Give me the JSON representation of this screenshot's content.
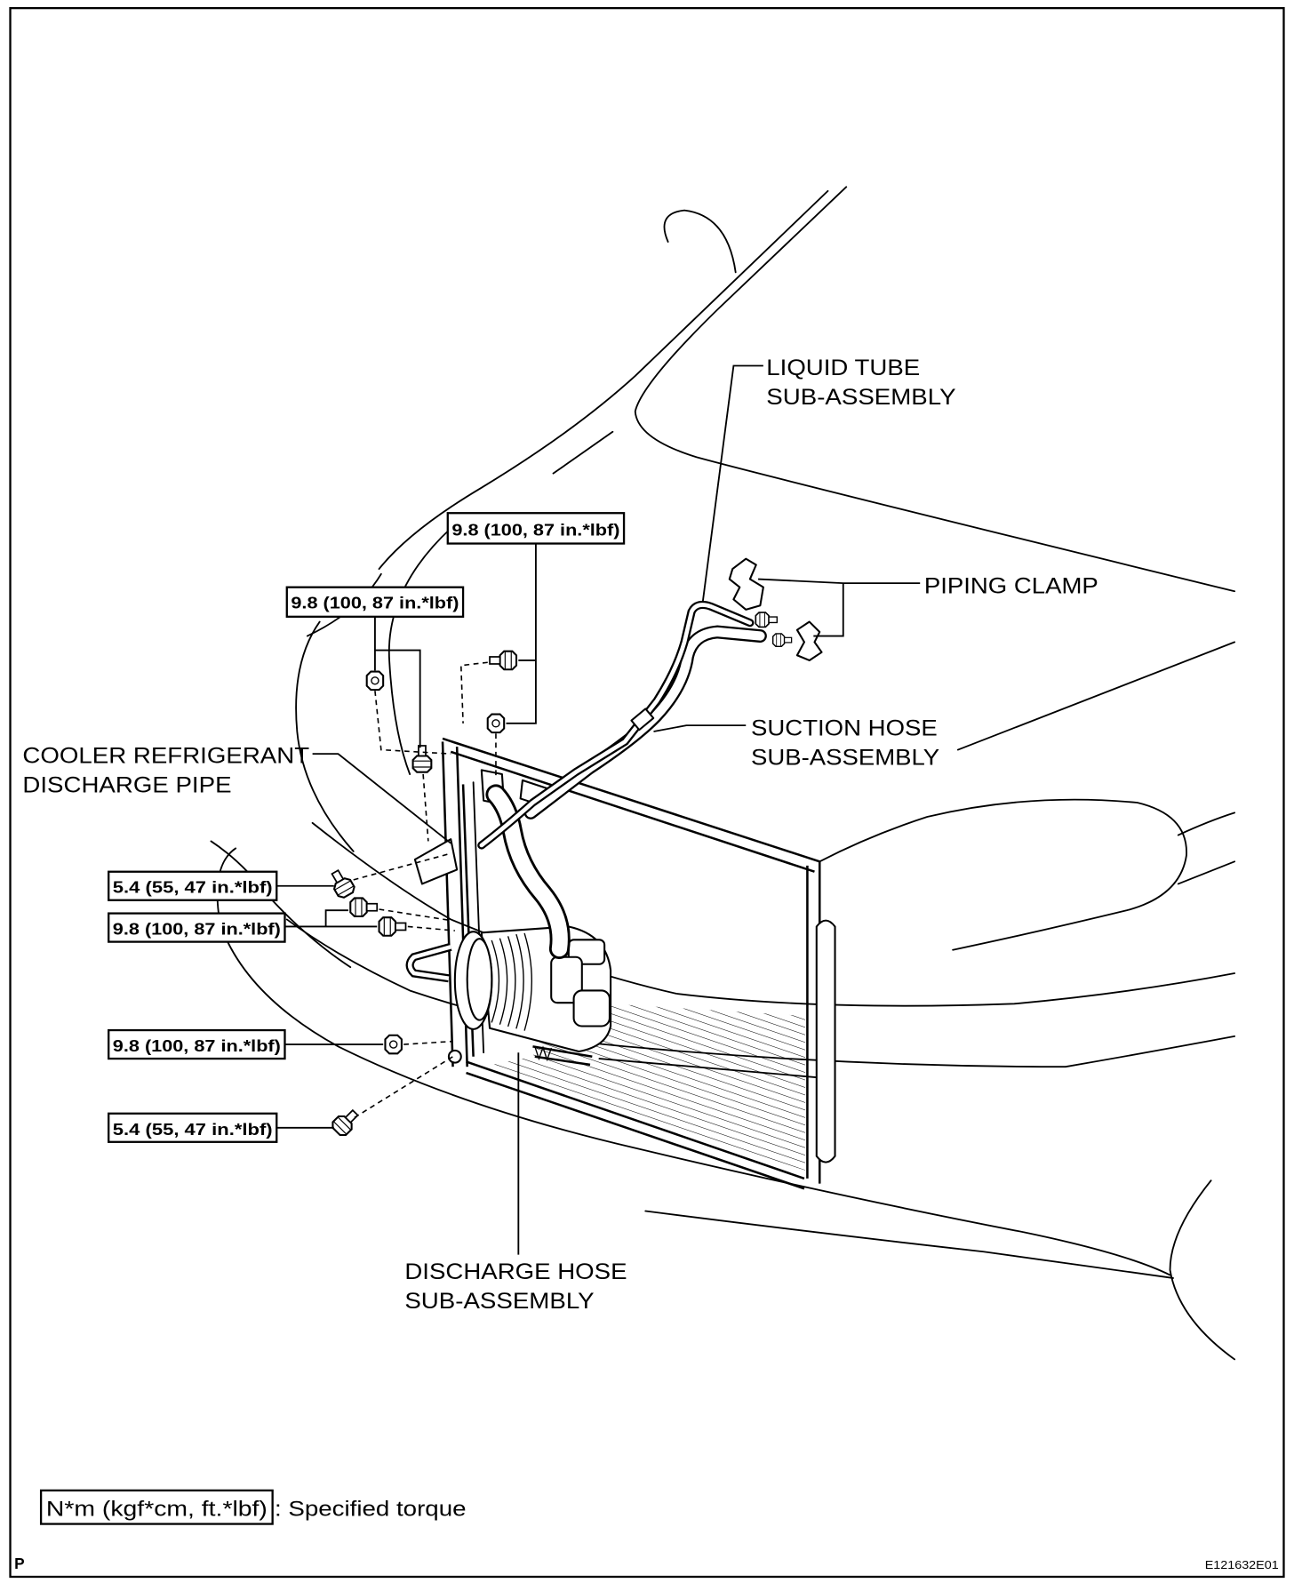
{
  "labels": {
    "liquid_tube": [
      "LIQUID TUBE",
      "SUB-ASSEMBLY"
    ],
    "piping_clamp": "PIPING CLAMP",
    "suction_hose": [
      "SUCTION HOSE",
      "SUB-ASSEMBLY"
    ],
    "cooler_refrigerant_discharge_pipe": [
      "COOLER REFRIGERANT",
      "DISCHARGE PIPE"
    ],
    "discharge_hose": [
      "DISCHARGE HOSE",
      "SUB-ASSEMBLY"
    ]
  },
  "torque_specs": [
    "9.8 (100, 87 in.*lbf)",
    "9.8 (100, 87 in.*lbf)",
    "5.4 (55, 47 in.*lbf)",
    "9.8 (100, 87 in.*lbf)",
    "9.8 (100, 87 in.*lbf)",
    "5.4 (55, 47 in.*lbf)"
  ],
  "legend": {
    "unit": "N*m (kgf*cm, ft.*lbf)",
    "description": ": Specified torque"
  },
  "corner_mark": "P",
  "figure_code": "E121632E01"
}
